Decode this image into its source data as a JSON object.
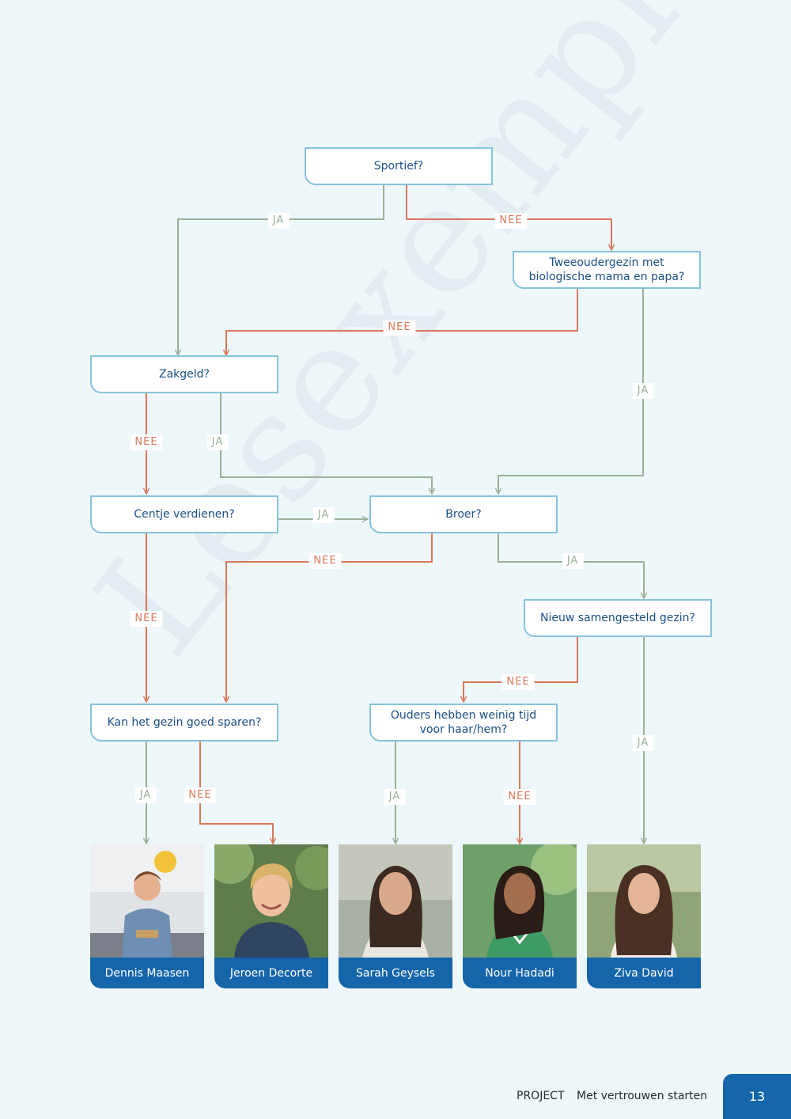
{
  "watermark": "Lesexemplaar",
  "colors": {
    "ja": "#9bb09a",
    "nee": "#d9785c",
    "box_border": "#86c3dc",
    "text": "#1b4f86",
    "name_bar": "#1565ab"
  },
  "nodes": {
    "sportief": "Sportief?",
    "tweeouder": "Tweeoudergezin met biologische mama en papa?",
    "zakgeld": "Zakgeld?",
    "centje": "Centje verdienen?",
    "broer": "Broer?",
    "nieuw": "Nieuw samengesteld gezin?",
    "sparen": "Kan het gezin goed sparen?",
    "ouders": "Ouders hebben weinig tijd voor haar/hem?"
  },
  "edge_labels": {
    "ja": "JA",
    "nee": "NEE"
  },
  "persons": [
    "Dennis Maasen",
    "Jeroen Decorte",
    "Sarah Geysels",
    "Nour Hadadi",
    "Ziva David"
  ],
  "footer": {
    "section": "PROJECT",
    "title": "Met vertrouwen starten",
    "page": "13"
  }
}
